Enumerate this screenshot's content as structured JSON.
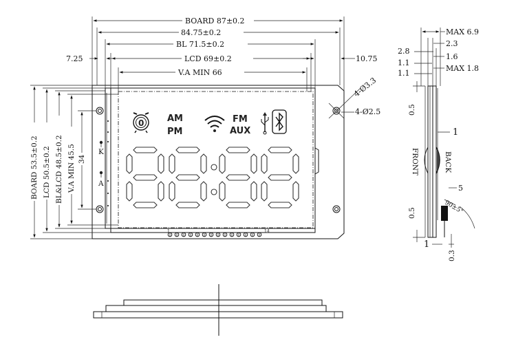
{
  "front_view": {
    "dims_top": {
      "board": "BOARD 87±0.2",
      "outer": "84.75±0.2",
      "bl": "BL 71.5±0.2",
      "lcd": "LCD 69±0.2",
      "va": "V.A MIN 66",
      "left_offset": "7.25",
      "right_offset": "10.75"
    },
    "dims_left": {
      "board": "BOARD 53.5±0.2",
      "lcd": "LCD 50.5±0.2",
      "bl_lcd": "BL&LCD 48.5±0.2",
      "va": "V.A MIN 45.5",
      "inner": "34"
    },
    "holes": {
      "outer": "4-Ø3.3",
      "inner": "4-Ø2.5"
    },
    "led_pins": {
      "k": "K",
      "a": "A"
    },
    "pin_labels": {
      "first": "1",
      "last": "14"
    },
    "icons": {
      "am": "AM",
      "pm": "PM",
      "fm": "FM",
      "aux": "AUX",
      "alarm": "alarm-clock-icon",
      "wifi": "wifi-icon",
      "usb": "usb-icon",
      "bluetooth": "bluetooth-icon"
    }
  },
  "side_view": {
    "dims": {
      "max_total": "MAX 6.9",
      "d1": "2.3",
      "d2": "2.8",
      "d3": "1.6",
      "d4": "1.1",
      "max_pin": "MAX 1.8",
      "d5": "1.1",
      "top_gap": "0.5",
      "pin_len": "1",
      "pin_h": "5",
      "bottom_gap": "0.5",
      "pin_w": "1",
      "pin_t": "0.3",
      "angle": "90±5°"
    },
    "labels": {
      "front": "FRONT",
      "back": "BACK"
    }
  }
}
